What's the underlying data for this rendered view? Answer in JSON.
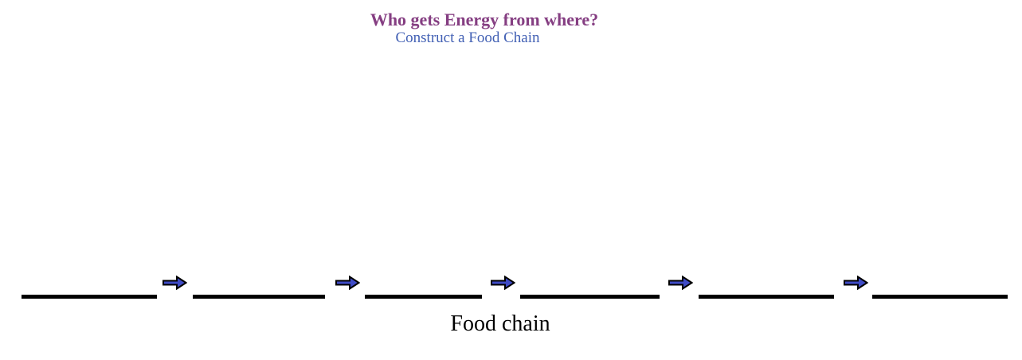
{
  "header": {
    "title": "Who gets Energy from where?",
    "title_color": "#853e82",
    "subtitle": "Construct a Food Chain",
    "subtitle_color": "#4260b4"
  },
  "food_chain": {
    "label": "Food chain",
    "blank_count": 6,
    "arrow_count": 5,
    "line_color": "#000000",
    "arrow_fill_color": "#3f4bc6",
    "arrow_outline_color": "#000000",
    "arrow_icon": "right-block-arrow"
  }
}
